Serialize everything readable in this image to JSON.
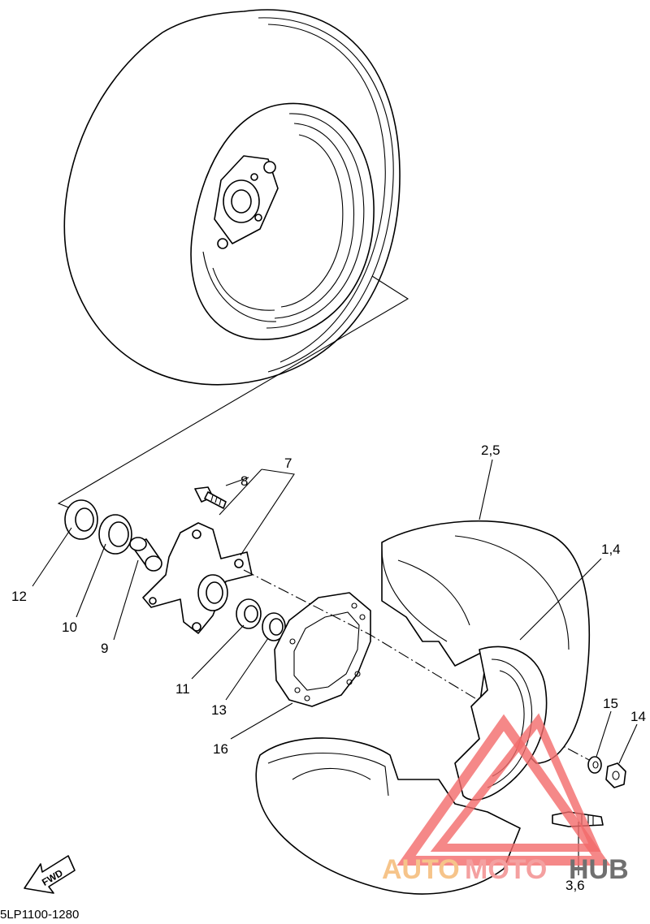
{
  "labels": {
    "p7": "7",
    "p8": "8",
    "p25": "2,5",
    "p14l": "1,4",
    "p12": "12",
    "p10": "10",
    "p9": "9",
    "p11": "11",
    "p13": "13",
    "p16": "16",
    "p15": "15",
    "p14": "14",
    "p36": "3,6"
  },
  "fwd_label": "FWD",
  "diagram_code": "5LP1100-1280",
  "watermark": {
    "auto": "AUTO",
    "moto": "MOTO",
    "hub": "HUB",
    "auto_color": "#f6c48a",
    "moto_color": "#f4a0a0",
    "hub_color": "#707070",
    "triangle_color": "#f26a6a"
  }
}
